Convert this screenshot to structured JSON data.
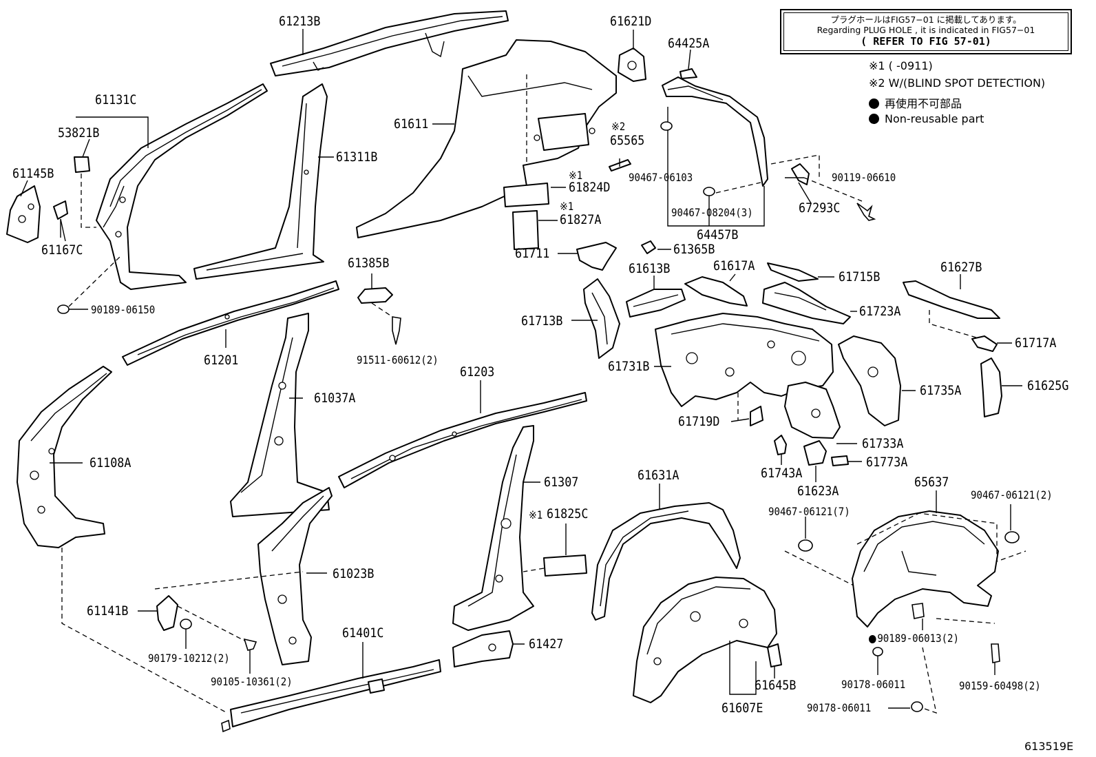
{
  "note_box": {
    "line1": "プラグホールはFIG57−01 に掲載してあります。",
    "line2": "Regarding PLUG HOLE , it is indicated in FIG57−01",
    "line3": "( REFER TO FIG 57-01)"
  },
  "legend": {
    "note1": "※1 (        -0911)",
    "note2": "※2 W/(BLIND SPOT DETECTION)",
    "non_reusable_jp": "再使用不可部品",
    "non_reusable_en": "Non-reusable part"
  },
  "figure_code": "613519E",
  "labels": {
    "p61213B": "61213B",
    "p61621D": "61621D",
    "p64425A": "64425A",
    "p61131C": "61131C",
    "p53821B": "53821B",
    "p61145B": "61145B",
    "p61167C": "61167C",
    "p90189_06150": "90189-06150",
    "p61311B": "61311B",
    "p61611": "61611",
    "p65565": "65565",
    "p65565_mark": "※2",
    "p90467_06103": "90467-06103",
    "p90467_08204": "90467-08204(3)",
    "p64457B": "64457B",
    "p90119_06610": "90119-06610",
    "p67293C": "67293C",
    "p61824D": "61824D",
    "p61824D_mark": "※1",
    "p61827A": "61827A",
    "p61827A_mark": "※1",
    "p61385B": "61385B",
    "p91511_60612": "91511-60612(2)",
    "p61711": "61711",
    "p61365B": "61365B",
    "p61613B": "61613B",
    "p61617A": "61617A",
    "p61715B": "61715B",
    "p61627B": "61627B",
    "p61201": "61201",
    "p61713B": "61713B",
    "p61723A": "61723A",
    "p61717A": "61717A",
    "p61731B": "61731B",
    "p61037A": "61037A",
    "p61203": "61203",
    "p61735A": "61735A",
    "p61625G": "61625G",
    "p61719D": "61719D",
    "p61733A": "61733A",
    "p61108A": "61108A",
    "p61743A": "61743A",
    "p61773A": "61773A",
    "p61623A": "61623A",
    "p61631A": "61631A",
    "p61307": "61307",
    "p65637": "65637",
    "p90467_06121_7": "90467-06121(7)",
    "p90467_06121_2": "90467-06121(2)",
    "p61825C": "61825C",
    "p61825C_mark": "※1",
    "p61023B": "61023B",
    "p61141B": "61141B",
    "p90179_10212": "90179-10212(2)",
    "p90105_10361": "90105-10361(2)",
    "p61401C": "61401C",
    "p61427": "61427",
    "p90189_06013": "90189-06013(2)",
    "p90178_06011_a": "90178-06011",
    "p90159_60498": "90159-60498(2)",
    "p61645B": "61645B",
    "p61607E": "61607E",
    "p90178_06011_b": "90178-06011"
  }
}
